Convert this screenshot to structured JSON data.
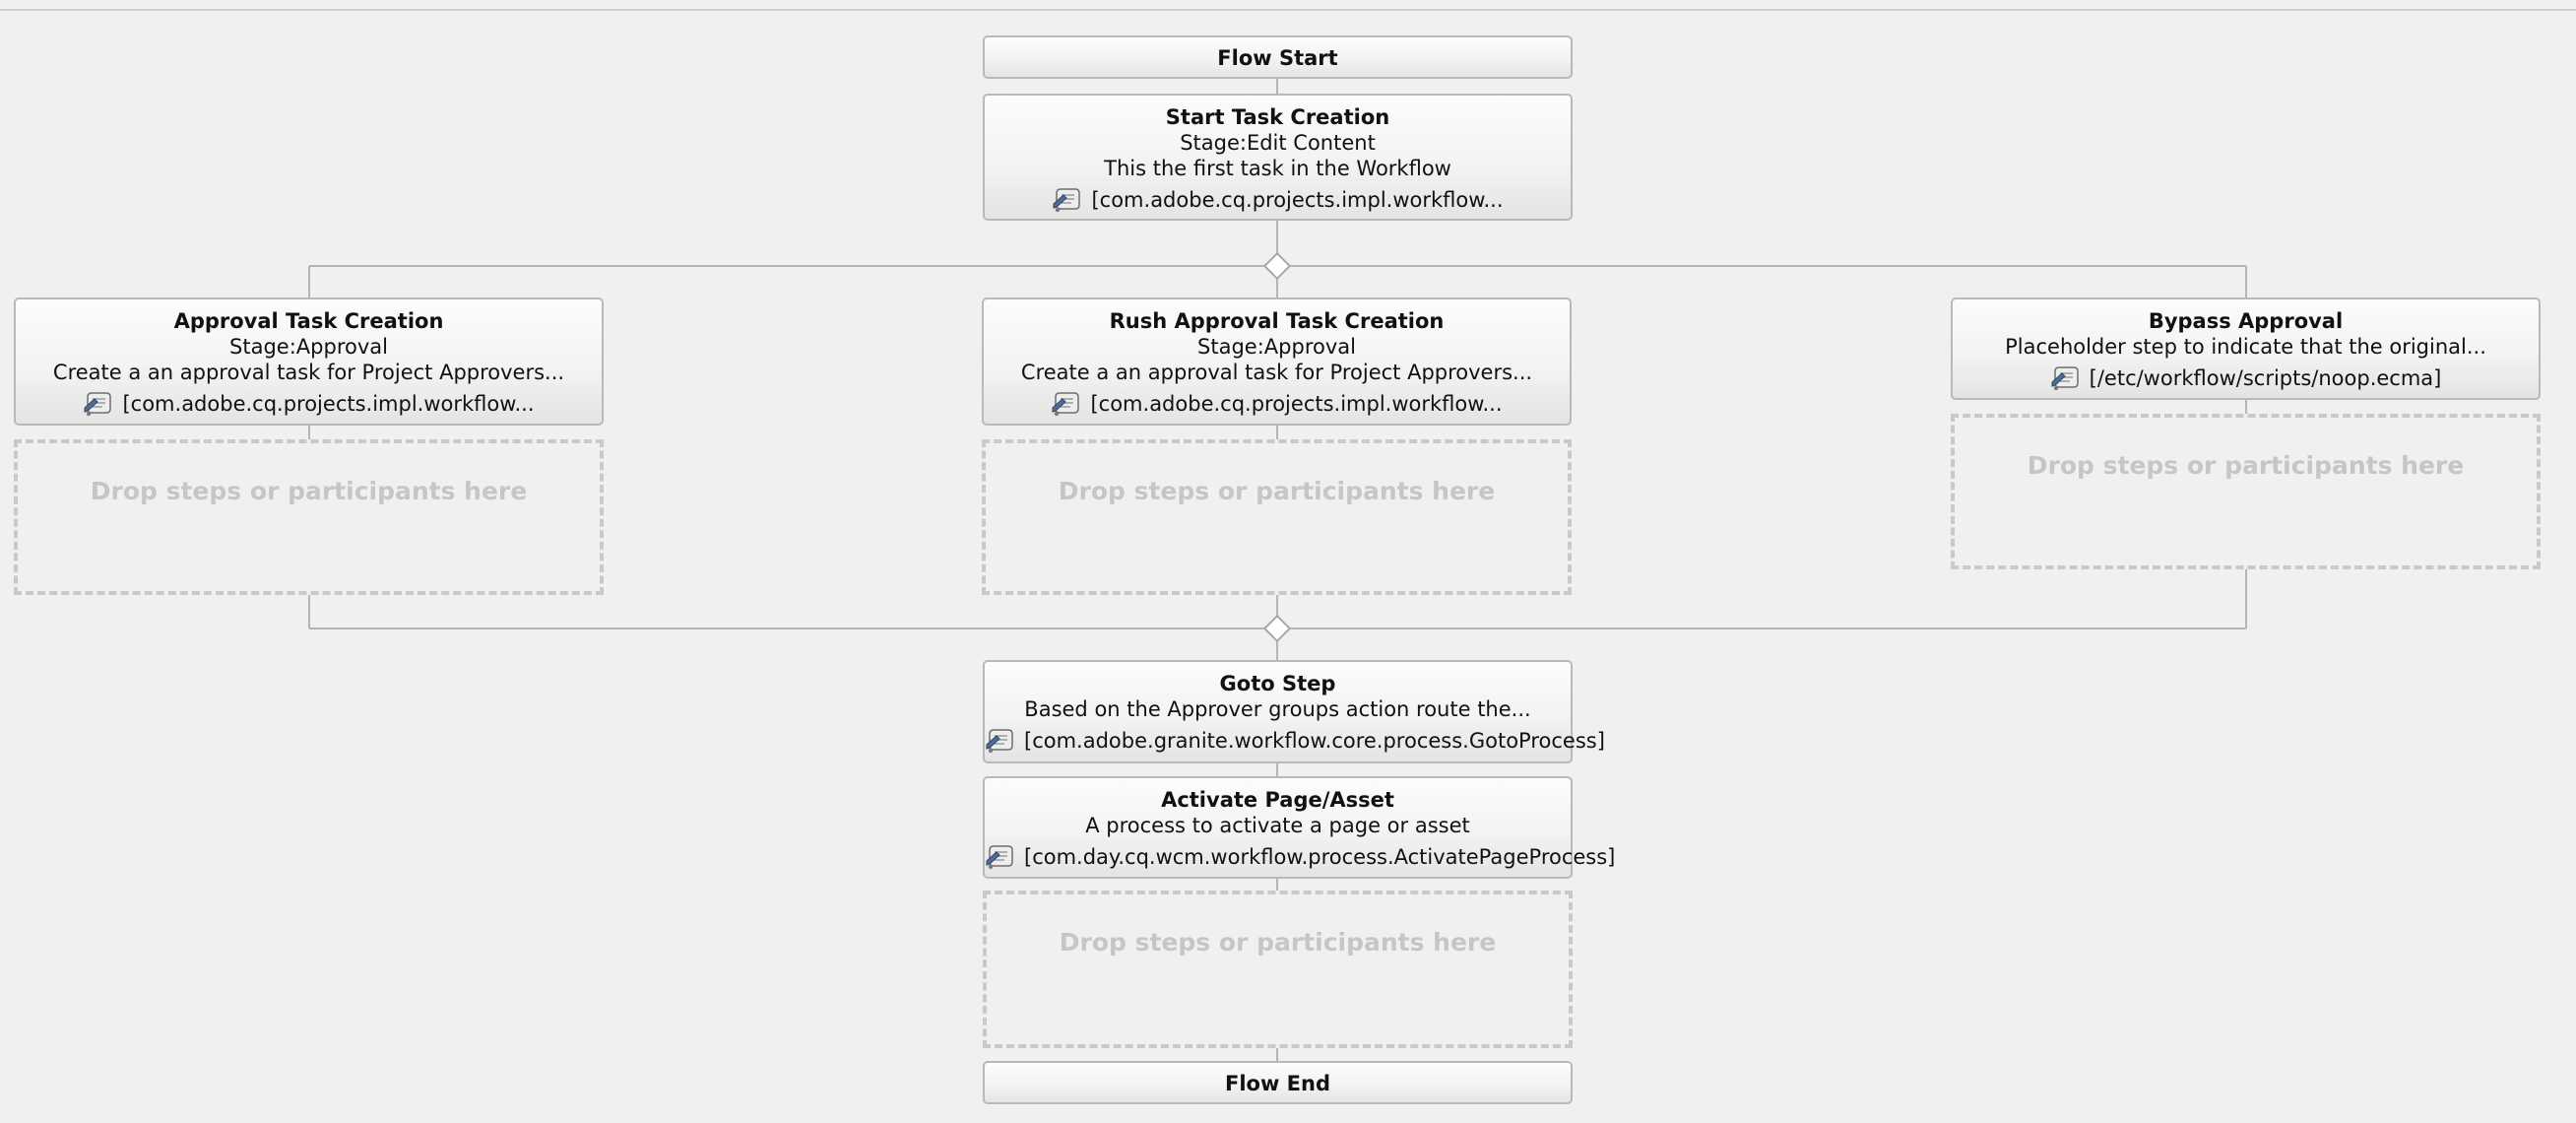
{
  "flow_start": {
    "label": "Flow Start"
  },
  "start_task": {
    "title": "Start Task Creation",
    "stage": "Stage:Edit Content",
    "description": "This the first task in the Workflow",
    "impl": "[com.adobe.cq.projects.impl.workflow..."
  },
  "branches": [
    {
      "title": "Approval Task Creation",
      "stage": "Stage:Approval",
      "description": "Create a an approval task for Project Approvers...",
      "impl": "[com.adobe.cq.projects.impl.workflow...",
      "drop_text": "Drop steps or participants here"
    },
    {
      "title": "Rush Approval Task Creation",
      "stage": "Stage:Approval",
      "description": "Create a an approval task for Project Approvers...",
      "impl": "[com.adobe.cq.projects.impl.workflow...",
      "drop_text": "Drop steps or participants here"
    },
    {
      "title": "Bypass Approval",
      "description": "Placeholder step to indicate that the original...",
      "impl": "[/etc/workflow/scripts/noop.ecma]",
      "drop_text": "Drop steps or participants here"
    }
  ],
  "goto_step": {
    "title": "Goto Step",
    "description": "Based on the Approver groups action route the...",
    "impl": "[com.adobe.granite.workflow.core.process.GotoProcess]"
  },
  "activate_step": {
    "title": "Activate Page/Asset",
    "description": "A process to activate a page or asset",
    "impl": "[com.day.cq.wcm.workflow.process.ActivatePageProcess]"
  },
  "main_drop": {
    "text": "Drop steps or participants here"
  },
  "flow_end": {
    "label": "Flow End"
  },
  "icons": {
    "step_implementation": "script-icon",
    "split_join": "diamond-icon"
  },
  "colors": {
    "canvas": "#f0f0f0",
    "node_border": "#b9b9b9",
    "connector": "#b5b5b5",
    "drop_border": "#c9c9c9",
    "drop_text": "#c6c6c6"
  }
}
